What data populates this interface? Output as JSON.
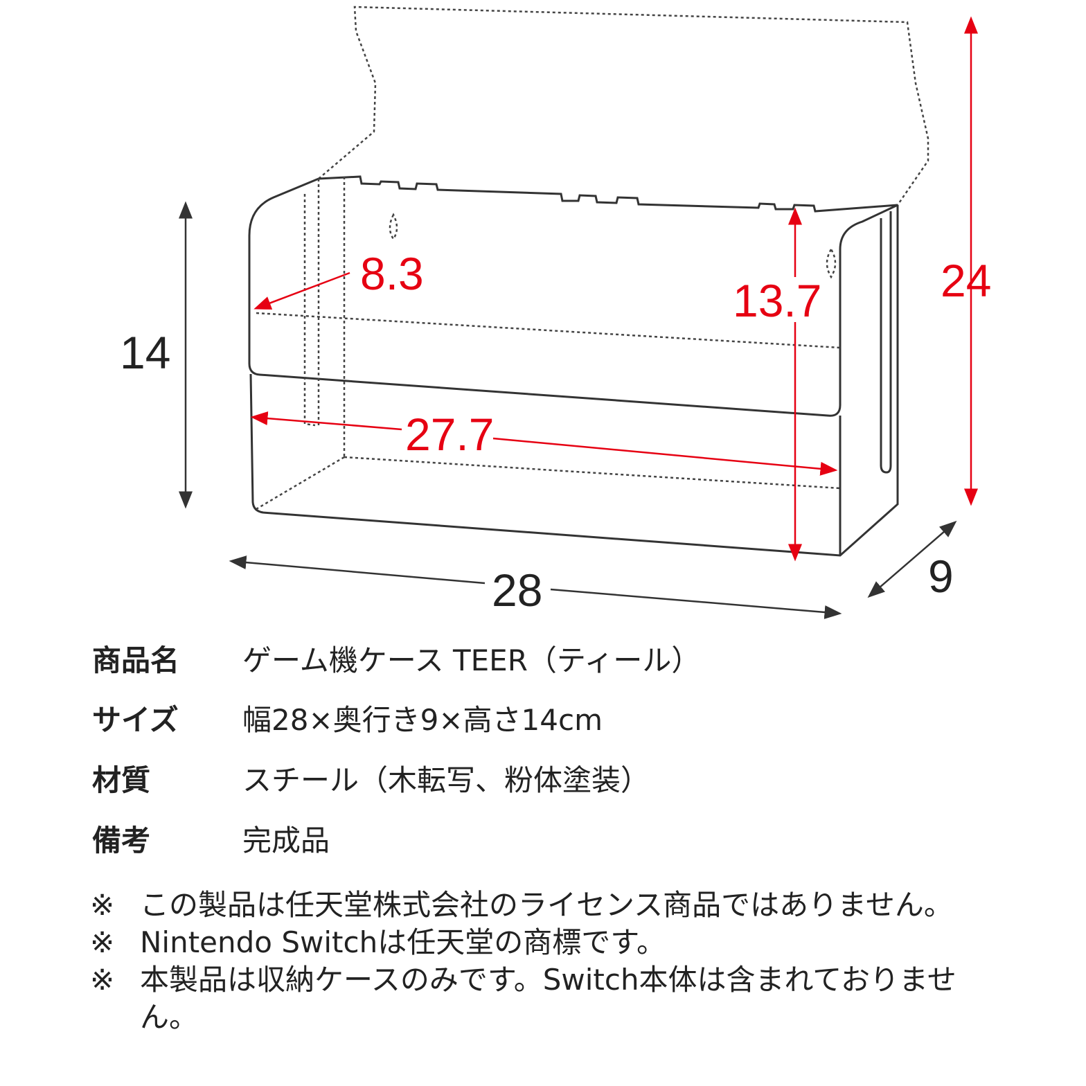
{
  "diagram": {
    "dimensions": {
      "height": "14",
      "width": "28",
      "depth": "9",
      "open_height": "24",
      "inner_height": "13.7",
      "inner_depth": "8.3",
      "inner_width": "27.7"
    },
    "colors": {
      "inner_dimension": "#e60012",
      "outline": "#333333"
    }
  },
  "specs": [
    {
      "label": "商品名",
      "value": "ゲーム機ケース TEER（ティール）"
    },
    {
      "label": "サイズ",
      "value": "幅28×奥行き9×高さ14cm"
    },
    {
      "label": "材質",
      "value": "スチール（木転写、粉体塗装）"
    },
    {
      "label": "備考",
      "value": "完成品"
    }
  ],
  "notes": [
    {
      "mark": "※",
      "text": "この製品は任天堂株式会社のライセンス商品ではありません。"
    },
    {
      "mark": "※",
      "text": "Nintendo Switchは任天堂の商標です。"
    },
    {
      "mark": "※",
      "text": "本製品は収納ケースのみです。Switch本体は含まれておりません。"
    }
  ]
}
